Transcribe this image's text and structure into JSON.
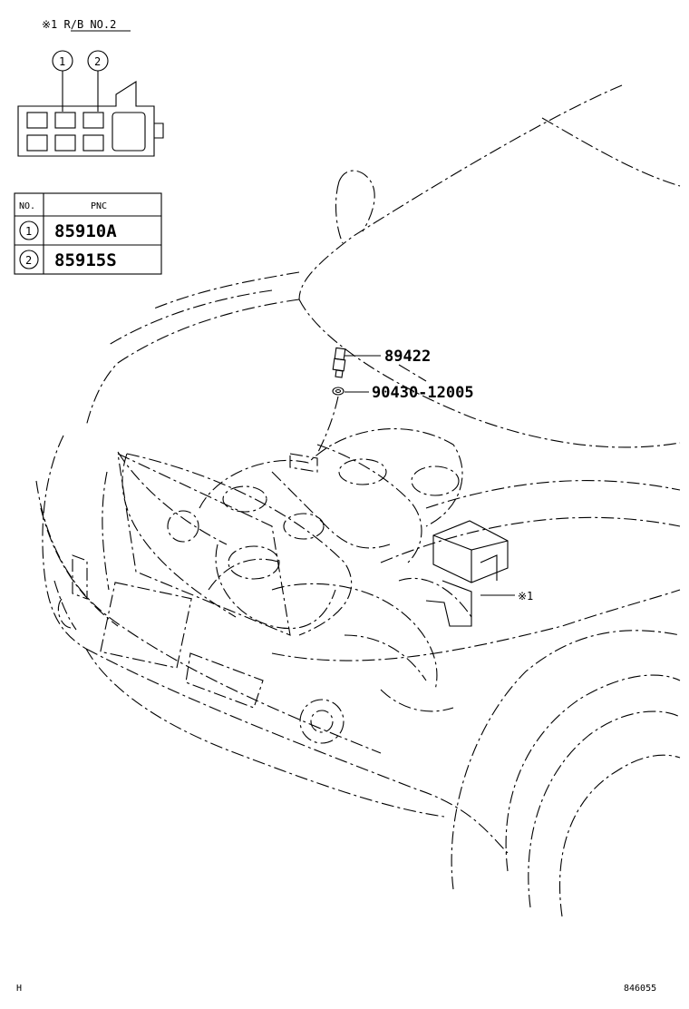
{
  "relay_block": {
    "title": "※1 R/B NO.2",
    "callouts": [
      "1",
      "2"
    ]
  },
  "pnc_table": {
    "headers": [
      "NO.",
      "PNC"
    ],
    "rows": [
      {
        "no": "1",
        "pnc": "85910A"
      },
      {
        "no": "2",
        "pnc": "85915S"
      }
    ]
  },
  "part_labels": {
    "sensor": "89422",
    "gasket": "90430-12005",
    "relay_block_marker": "※1"
  },
  "footer": {
    "left": "H",
    "right": "846055"
  }
}
